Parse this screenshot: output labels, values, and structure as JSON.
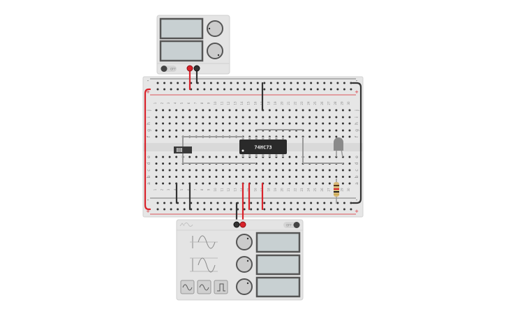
{
  "power_supply": {
    "off_label": "OFF",
    "color_case": "#e4e4e4",
    "color_screen": "#c8d0d2"
  },
  "breadboard": {
    "columns": [
      "1",
      "2",
      "3",
      "4",
      "5",
      "6",
      "7",
      "8",
      "9",
      "10",
      "11",
      "12",
      "13",
      "14",
      "15",
      "16",
      "17",
      "18",
      "19",
      "20",
      "21",
      "22",
      "23",
      "24",
      "25",
      "26",
      "27",
      "28",
      "29",
      "30"
    ],
    "rows_top": [
      "j",
      "i",
      "h",
      "g",
      "f"
    ],
    "rows_bottom": [
      "e",
      "d",
      "c",
      "b",
      "a"
    ],
    "rail_plus": "+",
    "rail_minus": "-",
    "color_board": "#e6e6e6"
  },
  "chip": {
    "label": "74HC73",
    "color": "#2a2a2a"
  },
  "function_generator": {
    "off_label": "OFF",
    "wave_buttons": [
      "sine-wave",
      "triangle-wave",
      "square-wave"
    ]
  },
  "colors": {
    "wire_red": "#d9232b",
    "wire_black": "#333333",
    "wire_gray": "#9a9a9a"
  }
}
